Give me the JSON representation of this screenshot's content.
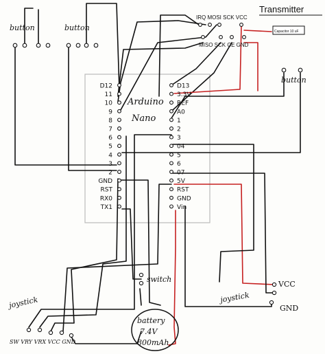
{
  "header": {
    "title": "Transmitter"
  },
  "buttons": {
    "left": "button",
    "middle": "button",
    "right": "button"
  },
  "radio": {
    "top_pins": "IRQ MOSI SCK VCC",
    "bottom_pins": "MISO SCK CE GND",
    "capacitor": "Capacitor 10 uF"
  },
  "arduino": {
    "name_line1": "Arduino",
    "name_line2": "Nano",
    "left_pins": [
      "D12",
      "11",
      "10",
      "9",
      "8",
      "7",
      "6",
      "5",
      "4",
      "3",
      "2",
      "GND",
      "RST",
      "RX0",
      "TX1"
    ],
    "right_pins": [
      "D13",
      "3.3V",
      "REF",
      "A0",
      "1",
      "2",
      "3",
      "04",
      "5",
      "6",
      "07",
      "5V",
      "RST",
      "GND",
      "Vin"
    ]
  },
  "switch": {
    "label": "switch"
  },
  "battery": {
    "line1": "battery",
    "line2": "7.4V",
    "line3": "800mAh"
  },
  "joystick_left": {
    "label": "joystick",
    "pins": "SW VRY VRX VCC GND"
  },
  "joystick_right": {
    "label": "joystick",
    "vcc": "VCC",
    "gnd": "GND"
  },
  "colors": {
    "ink": "#111111",
    "power_wire": "#c62020",
    "paper": "#fdfdfb"
  }
}
